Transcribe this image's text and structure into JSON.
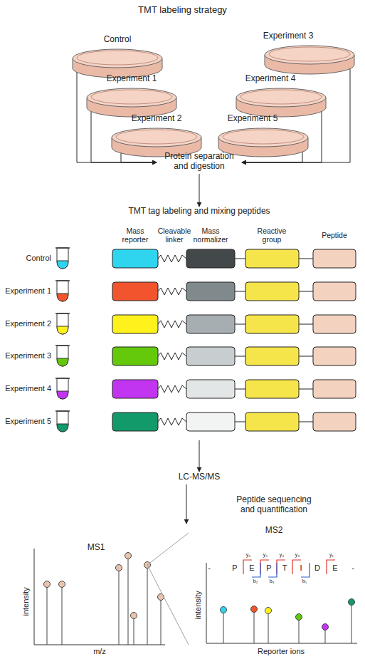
{
  "diagram": {
    "title": "TMT labeling strategy",
    "nodes": [
      {
        "text": [
          "Control"
        ]
      },
      {
        "text": [
          "Experiment 1"
        ]
      },
      {
        "text": [
          "Experiment 2"
        ]
      },
      {
        "text": [
          "Experiment 3"
        ]
      },
      {
        "text": [
          "Experiment 4"
        ]
      },
      {
        "text": [
          "Experiment 5"
        ]
      },
      {
        "text": [
          "Protein separation and digestion"
        ]
      },
      {
        "text": [
          "TMT tag labeling and mixing peptides"
        ]
      },
      {
        "text": [
          "LC-MS/MS"
        ]
      },
      {
        "text": [
          "MS1"
        ]
      },
      {
        "text": [
          "Peptide sequencing and quantification",
          "MS2"
        ]
      }
    ],
    "edges": [
      {
        "from": 0,
        "to": 6,
        "arrow": "to"
      },
      {
        "from": 1,
        "to": 6,
        "arrow": "to"
      },
      {
        "from": 2,
        "to": 6,
        "arrow": "to"
      },
      {
        "from": 3,
        "to": 6,
        "arrow": "to"
      },
      {
        "from": 4,
        "to": 6,
        "arrow": "to"
      },
      {
        "from": 5,
        "to": 6,
        "arrow": "to"
      },
      {
        "from": 6,
        "to": 7,
        "arrow": "to"
      },
      {
        "from": 7,
        "to": 8,
        "arrow": "to"
      },
      {
        "from": 8,
        "to": 9,
        "arrow": "to"
      },
      {
        "from": 9,
        "to": 10,
        "arrow": "none"
      }
    ],
    "labels": [
      "Mass reporter",
      "Cleavable linker",
      "Mass normalizer",
      "Reactive group",
      "Peptide",
      "Control",
      "Experiment 1",
      "Experiment 2",
      "Experiment 3",
      "Experiment 4",
      "Experiment 5",
      "intensity",
      "m/z",
      "intensity",
      "Reporter ions",
      "-",
      "P",
      "E",
      "P",
      "T",
      "I",
      "D",
      "E",
      "-",
      "y₆",
      "y₅",
      "y₄",
      "y₃",
      "y₁",
      "b₂",
      "b₃",
      "b₅"
    ]
  }
}
